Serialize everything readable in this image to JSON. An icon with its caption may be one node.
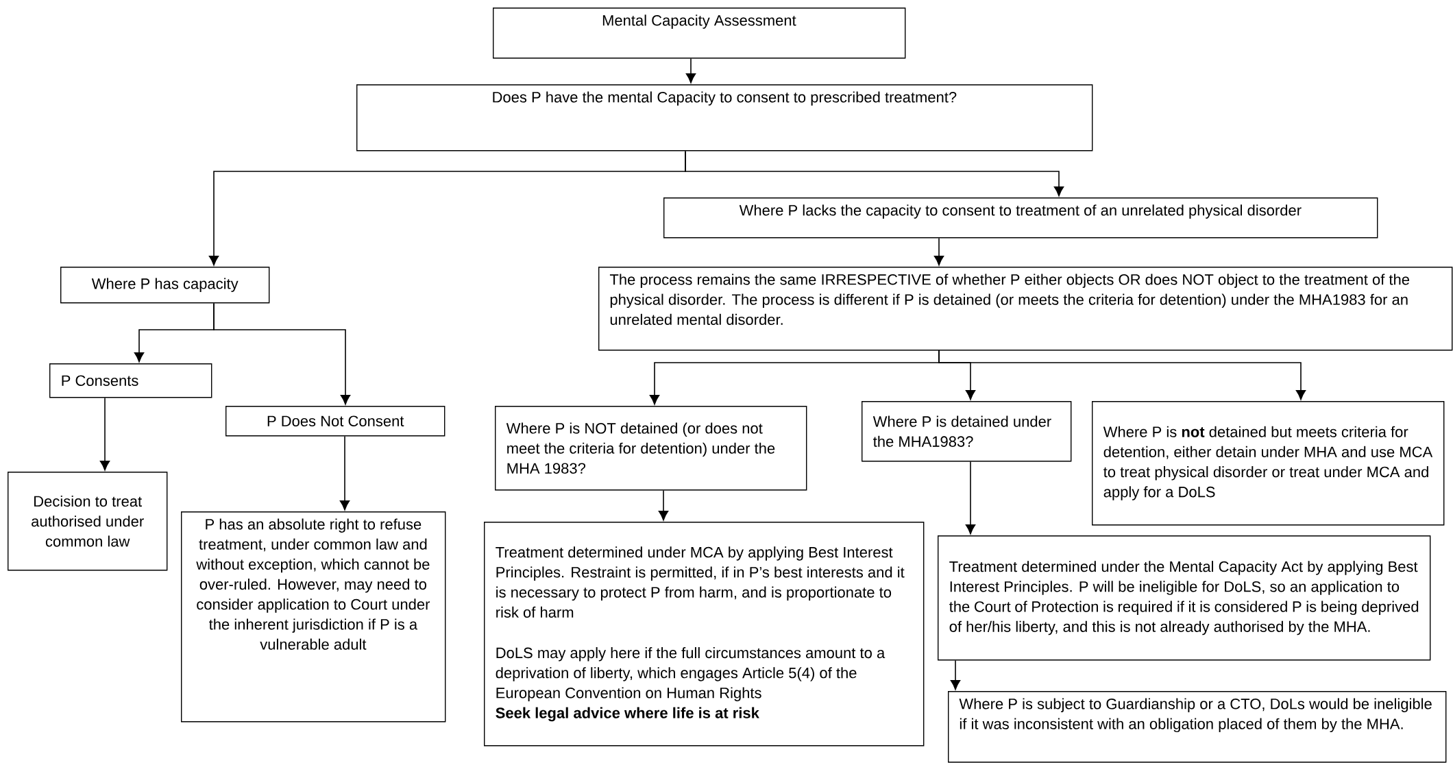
{
  "diagram": {
    "nodes": [
      {
        "text": [
          "Mental Capacity Assessment"
        ]
      },
      {
        "text": [
          "Does P have the mental Capacity to consent to prescribed treatment?"
        ]
      },
      {
        "text": [
          "Where P has capacity"
        ]
      },
      {
        "text": [
          "Where P lacks the capacity to consent to treatment of an unrelated physical disorder"
        ]
      },
      {
        "text": [
          "The process remains the same IRRESPECTIVE of whether P either objects OR does NOT object to the treatment of the physical disorder. The process is different if P is detained (or meets the criteria for detention) under the MHA1983 for an unrelated mental disorder."
        ]
      },
      {
        "text": [
          "P Consents"
        ]
      },
      {
        "text": [
          "P Does Not Consent"
        ]
      },
      {
        "text": [
          "Decision to treat authorised under common law"
        ]
      },
      {
        "text": [
          "P has an absolute right to refuse treatment, under common law and without exception, which cannot be over-ruled. However, may need to consider application to Court under the inherent jurisdiction if P is a vulnerable adult"
        ]
      },
      {
        "text": [
          "Where P is NOT detained (or does not meet the criteria for detention) under the MHA 1983?"
        ]
      },
      {
        "text": [
          "Where P is detained under the MHA1983?"
        ]
      },
      {
        "text": [
          "Where P is **not** detained but meets criteria for detention, either detain under MHA and use MCA to treat physical disorder or treat under MCA and apply for a DoLS"
        ]
      },
      {
        "text": [
          "Treatment determined under MCA by applying Best Interest Principles. Restraint is permitted, if in P’s best interests and it is necessary to protect P from harm, and is proportionate to risk of harm",
          "DoLS may apply here if the full circumstances amount to a deprivation of liberty, which engages Article 5(4) of the European Convention on Human Rights",
          "Seek legal advice where life is at risk"
        ]
      },
      {
        "text": [
          "Treatment determined under the Mental Capacity Act by applying Best Interest Principles. P will be ineligible for DoLS, so an application to the Court of Protection is required if it is considered P is being deprived of her/his liberty, and this is not already authorised by the MHA."
        ]
      },
      {
        "text": [
          "Where P is subject to Guardianship or a CTO, DoLs would be ineligible if it was inconsistent with an obligation placed of them by the MHA."
        ]
      }
    ],
    "edges": [
      {
        "from": 0,
        "to": 1,
        "arrow": "to"
      },
      {
        "from": 1,
        "to": 2,
        "arrow": "to"
      },
      {
        "from": 1,
        "to": 3,
        "arrow": "to"
      },
      {
        "from": 2,
        "to": 5,
        "arrow": "to"
      },
      {
        "from": 2,
        "to": 6,
        "arrow": "to"
      },
      {
        "from": 5,
        "to": 7,
        "arrow": "to"
      },
      {
        "from": 6,
        "to": 8,
        "arrow": "to"
      },
      {
        "from": 3,
        "to": 4,
        "arrow": "to"
      },
      {
        "from": 4,
        "to": 9,
        "arrow": "to"
      },
      {
        "from": 4,
        "to": 10,
        "arrow": "to"
      },
      {
        "from": 4,
        "to": 11,
        "arrow": "to"
      },
      {
        "from": 9,
        "to": 12,
        "arrow": "to"
      },
      {
        "from": 10,
        "to": 13,
        "arrow": "to"
      },
      {
        "from": 13,
        "to": 14,
        "arrow": "to"
      }
    ]
  }
}
